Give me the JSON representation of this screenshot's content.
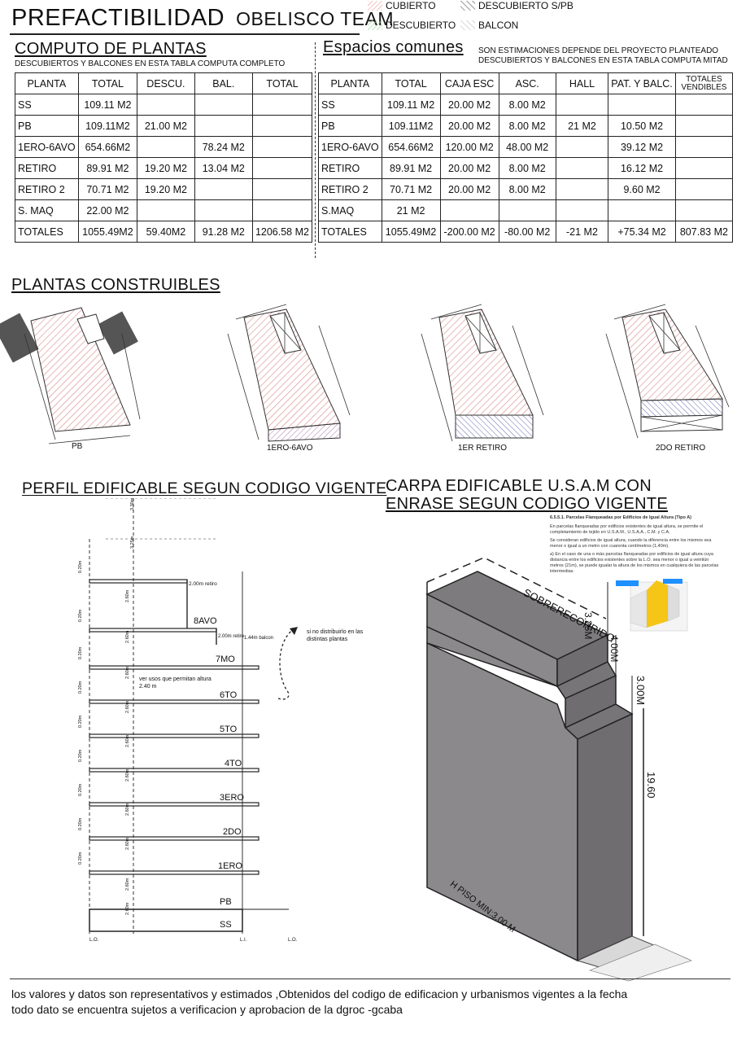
{
  "header": {
    "title": "PREFACTIBILIDAD",
    "team": "OBELISCO TEAM"
  },
  "legend": {
    "cubierto": "CUBIERTO",
    "descubierto": "DESCUBIERTO",
    "descubierto_spb": "DESCUBIERTO S/PB",
    "balcon": "BALCON",
    "colors": {
      "cubierto": "#e8a09a",
      "descubierto": "#9cd39c",
      "descubierto_spb": "#555555",
      "balcon": "#bbbbbb"
    }
  },
  "computo": {
    "title": "COMPUTO DE PLANTAS",
    "note": "DESCUBIERTOS Y BALCONES EN ESTA TABLA COMPUTA COMPLETO",
    "headers": [
      "PLANTA",
      "TOTAL",
      "DESCU.",
      "BAL.",
      "TOTAL"
    ],
    "rows": [
      [
        "SS",
        "109.11 M2",
        "",
        "",
        ""
      ],
      [
        "PB",
        "109.11M2",
        "21.00 M2",
        "",
        ""
      ],
      [
        "1ERO-6AVO",
        "654.66M2",
        "",
        "78.24 M2",
        ""
      ],
      [
        "RETIRO",
        "89.91 M2",
        "19.20 M2",
        "13.04 M2",
        ""
      ],
      [
        "RETIRO 2",
        "70.71 M2",
        "19.20 M2",
        "",
        ""
      ],
      [
        "S. MAQ",
        "22.00 M2",
        "",
        "",
        ""
      ],
      [
        "TOTALES",
        "1055.49M2",
        "59.40M2",
        "91.28 M2",
        "1206.58 M2"
      ]
    ]
  },
  "espacios": {
    "title": "Espacios comunes",
    "note1": "SON ESTIMACIONES DEPENDE DEL PROYECTO PLANTEADO",
    "note2": "DESCUBIERTOS Y BALCONES EN ESTA TABLA COMPUTA MITAD",
    "headers": [
      "PLANTA",
      "TOTAL",
      "CAJA ESC",
      "ASC.",
      "HALL",
      "PAT. Y BALC.",
      "TOTALES VENDIBLES"
    ],
    "rows": [
      [
        "SS",
        "109.11 M2",
        "20.00 M2",
        "8.00 M2",
        "",
        "",
        ""
      ],
      [
        "PB",
        "109.11M2",
        "20.00 M2",
        "8.00 M2",
        "21 M2",
        "10.50 M2",
        ""
      ],
      [
        "1ERO-6AVO",
        "654.66M2",
        "120.00 M2",
        "48.00 M2",
        "",
        "39.12 M2",
        ""
      ],
      [
        "RETIRO",
        "89.91 M2",
        "20.00 M2",
        "8.00 M2",
        "",
        "16.12 M2",
        ""
      ],
      [
        "RETIRO 2",
        "70.71 M2",
        "20.00 M2",
        "8.00 M2",
        "",
        "9.60 M2",
        ""
      ],
      [
        "S.MAQ",
        "21 M2",
        "",
        "",
        "",
        "",
        ""
      ],
      [
        "TOTALES",
        "1055.49M2",
        "-200.00 M2",
        "-80.00 M2",
        "-21 M2",
        "+75.34 M2",
        "807.83 M2"
      ]
    ]
  },
  "plantas": {
    "title": "PLANTAS CONSTRUIBLES",
    "labels": [
      "PB",
      "1ERO-6AVO",
      "1ER RETIRO",
      "2DO RETIRO"
    ]
  },
  "perfil": {
    "title": "PERFIL  EDIFICABLE SEGUN CODIGO VIGENTE",
    "floors": [
      "8AVO",
      "7MO",
      "6TO",
      "5TO",
      "4TO",
      "3ERO",
      "2DO",
      "1ERO",
      "PB",
      "SS"
    ],
    "retiro1": "2.00m retiro",
    "retiro2": "2.00m retiro",
    "balcon": "1.44m balcon",
    "note_usos_1": "ver usos que permitan altura",
    "note_usos_2": "2.40 m",
    "note_distrib_1": "si no distribuirlo en las",
    "note_distrib_2": "distintas plantas",
    "dim_losa": "0.20m",
    "dim_piso": "2.60m",
    "dim_top1": "3.30m",
    "dim_top2": "3.25m",
    "lo_left": "L.O.",
    "lo_mid": "L.I.",
    "lo_right": "L.O."
  },
  "carpa": {
    "title1": "CARPA EDIFICABLE U.S.A.M CON",
    "title2": "ENRASE  SEGUN CODIGO VIGENTE",
    "sobrerecorrido": "SOBRERECORRIDO",
    "dim_325": "3.25M",
    "dim_400": "4.00M",
    "dim_300": "3.00M",
    "dim_1960": "19.60",
    "hpiso": "H PISO MIN:3.00 M",
    "code_title": "6.5.5.1. Parcelas Flanqueadas por Edificios de Igual Altura (Tipo A)",
    "code_p1": "En parcelas flanqueadas por edificios existentes de igual altura, se permite el completamiento de tejido en U.S.A.M., U.S.A.A., C.M. y C.A.",
    "code_p2": "Se consideran edificios de igual altura, cuando la diferencia entre los mismos sea menor o igual a un metro con cuarenta centímetros (1,40m).",
    "code_p3": "a) En el caso de una o más parcelas flanqueadas por edificios de igual altura cuya distancia entre los edificios existentes sobre la L.O. sea menor o igual a veintiún metros (21m), se puede igualar la altura de los mismos en cualquiera de las parcelas intermedias."
  },
  "footer": {
    "line1": "los valores y datos son representativos y estimados ,Obtenidos del codigo de edificacion y urbanismos vigentes a la fecha",
    "line2": "todo dato se encuentra sujetos a verificacion y aprobacion de la dgroc -gcaba"
  }
}
